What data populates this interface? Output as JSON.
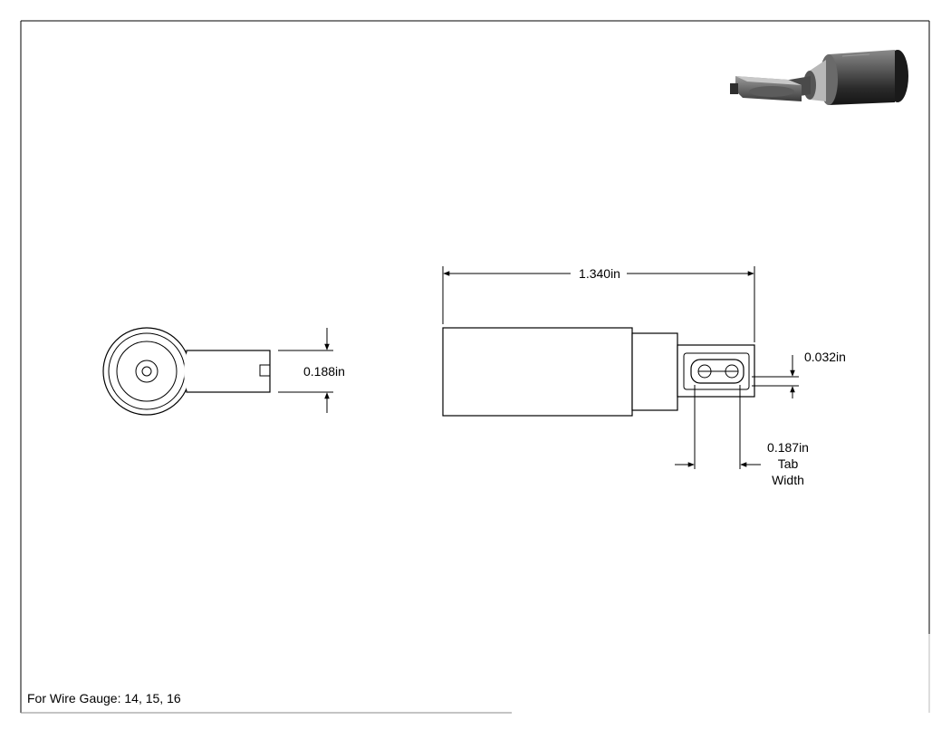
{
  "dimensions": {
    "overall_length": "1.340in",
    "tab_thickness": "0.032in",
    "tab_width_value": "0.187in",
    "tab_width_line1": "Tab",
    "tab_width_line2": "Width",
    "side_height": "0.188in"
  },
  "notes": {
    "wire_gauge": "For Wire Gauge: 14, 15, 16"
  }
}
